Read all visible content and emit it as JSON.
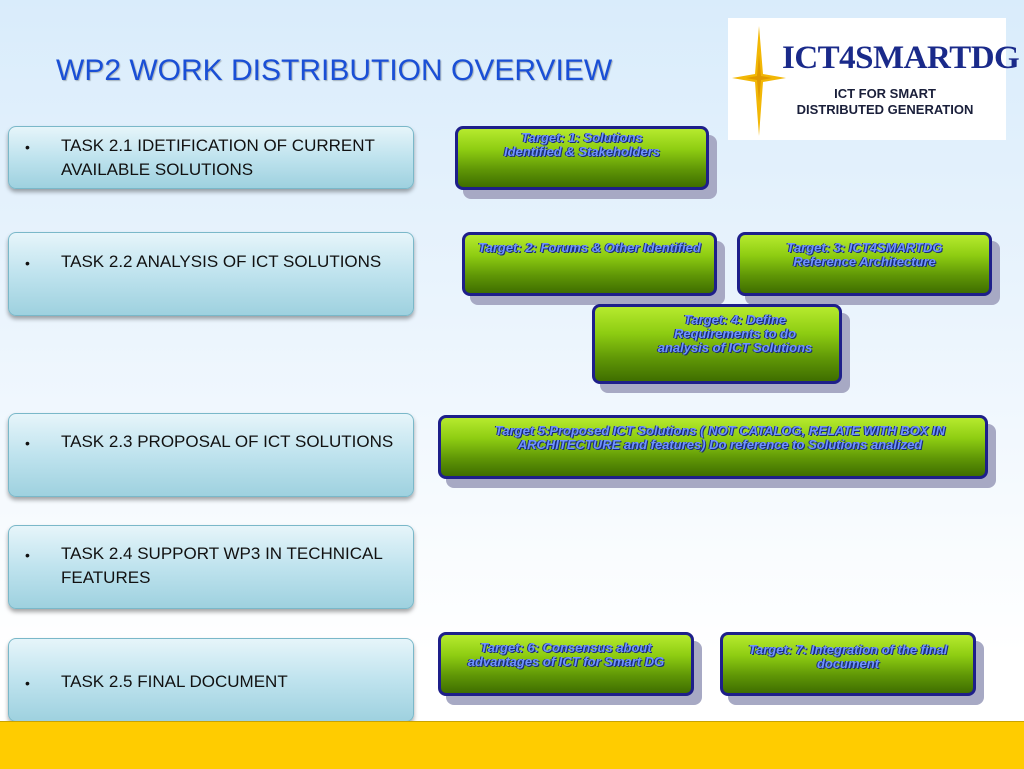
{
  "slide": {
    "title": "WP2 WORK DISTRIBUTION OVERVIEW",
    "footer_color": "#ffcc00"
  },
  "logo": {
    "name": "ICT4SMARTDG",
    "subtitle_line1": "ICT FOR SMART",
    "subtitle_line2": "DISTRIBUTED GENERATION",
    "icon": "star-icon"
  },
  "tasks": [
    {
      "bullet": "•",
      "label": "TASK 2.1 IDETIFICATION OF CURRENT AVAILABLE SOLUTIONS"
    },
    {
      "bullet": "•",
      "label": "TASK 2.2 ANALYSIS OF ICT SOLUTIONS"
    },
    {
      "bullet": "•",
      "label": "TASK 2.3 PROPOSAL OF ICT SOLUTIONS"
    },
    {
      "bullet": "•",
      "label": "TASK 2.4 SUPPORT WP3 IN TECHNICAL FEATURES"
    },
    {
      "bullet": "•",
      "label": "TASK 2.5 FINAL DOCUMENT"
    }
  ],
  "targets": [
    {
      "text": "Target: 1: Solutions Identified & Stakeholders"
    },
    {
      "text": "Target: 2: Forums & Other Identified"
    },
    {
      "text": "Target: 3: ICT4SMARTDG Reference Architecture"
    },
    {
      "text": "Target: 4: Define Requirements to do analysis of ICT Solutions"
    },
    {
      "text": "Target 5:Proposed ICT Solutions ( NOT CATALOG, RELATE WITH BOX IN ARCHITECTURE and features) Do reference to Solutions analized"
    },
    {
      "text": "Target: 6: Consensus about advantages of ICT for Smart DG"
    },
    {
      "text": "Target: 7: Integration of the final document"
    }
  ]
}
